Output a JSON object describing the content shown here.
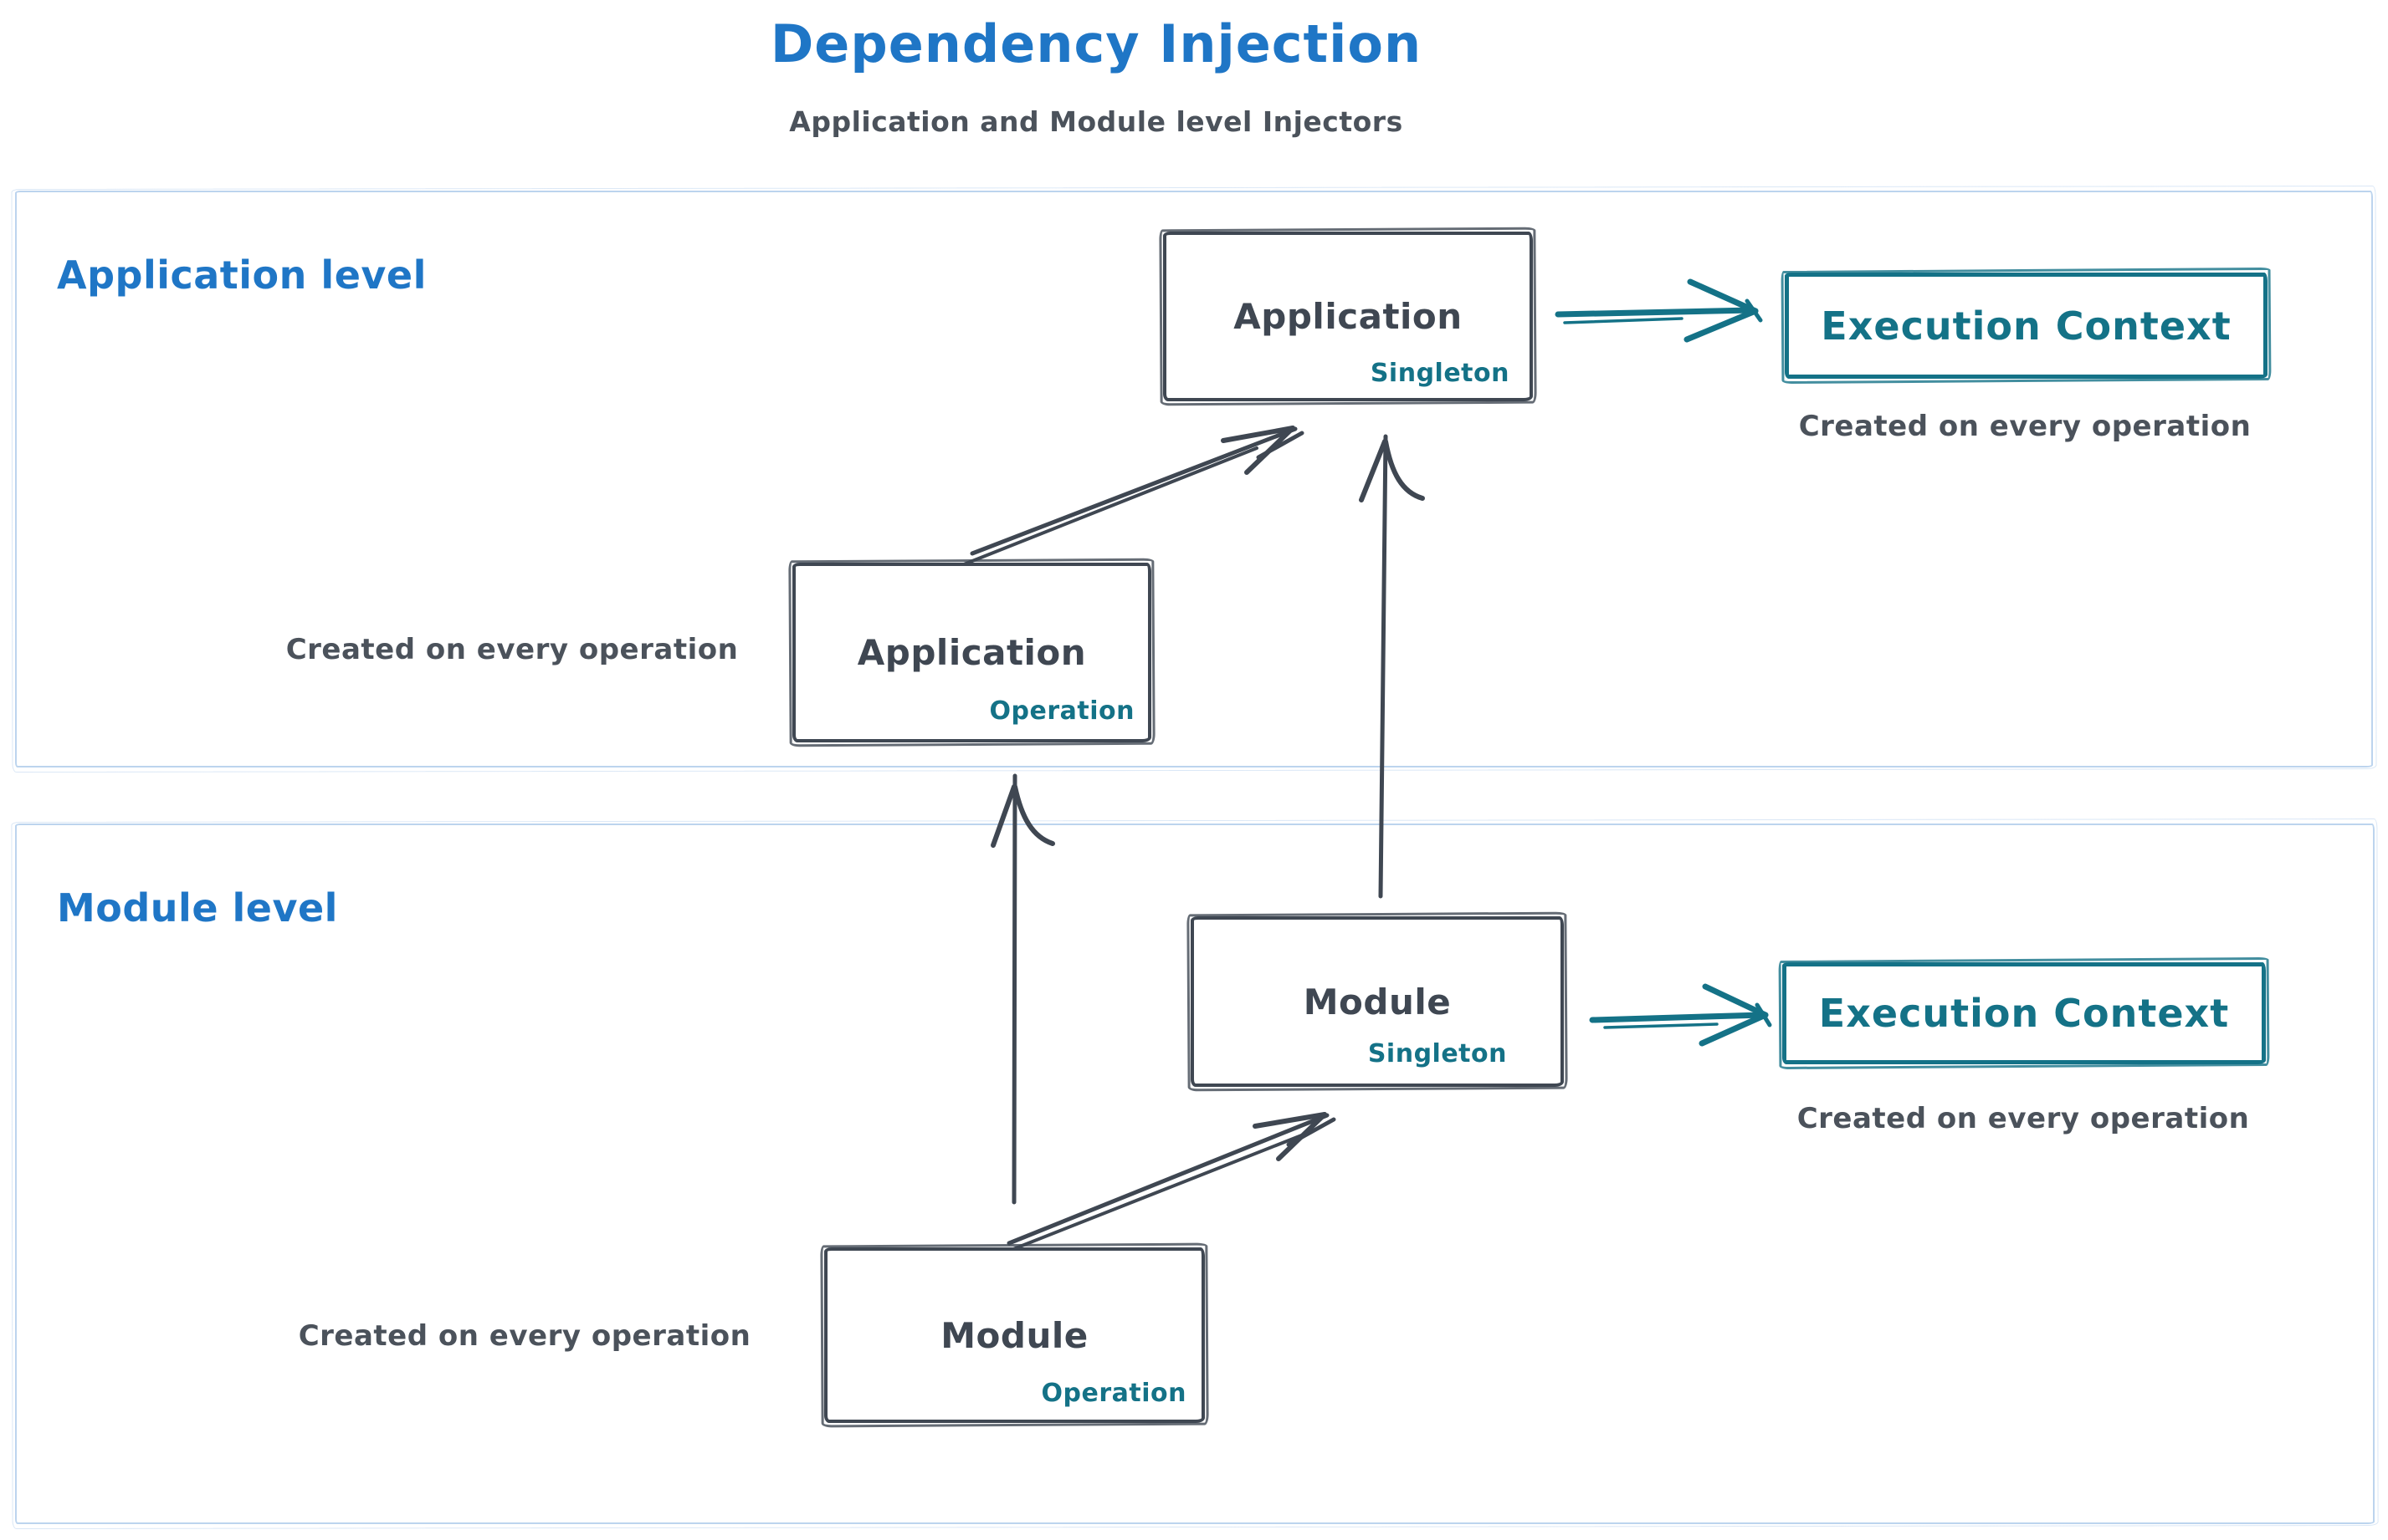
{
  "header": {
    "title": "Dependency Injection",
    "subtitle": "Application and Module level Injectors"
  },
  "colors": {
    "blue": "#1f76c6",
    "teal": "#147287",
    "dark": "#3f4752",
    "gray": "#4b525b",
    "frame": "#bcd4ee"
  },
  "sections": {
    "application": {
      "label": "Application level"
    },
    "module": {
      "label": "Module level"
    }
  },
  "nodes": {
    "application_singleton": {
      "name": "Application",
      "scope": "Singleton"
    },
    "application_operation": {
      "name": "Application",
      "scope": "Operation"
    },
    "module_singleton": {
      "name": "Module",
      "scope": "Singleton"
    },
    "module_operation": {
      "name": "Module",
      "scope": "Operation"
    },
    "execution_context_application": {
      "name": "Execution Context"
    },
    "execution_context_module": {
      "name": "Execution Context"
    }
  },
  "notes": {
    "application_operation": "Created on every operation",
    "execution_context_application": "Created on every operation",
    "module_operation": "Created on every operation",
    "execution_context_module": "Created on every operation"
  }
}
